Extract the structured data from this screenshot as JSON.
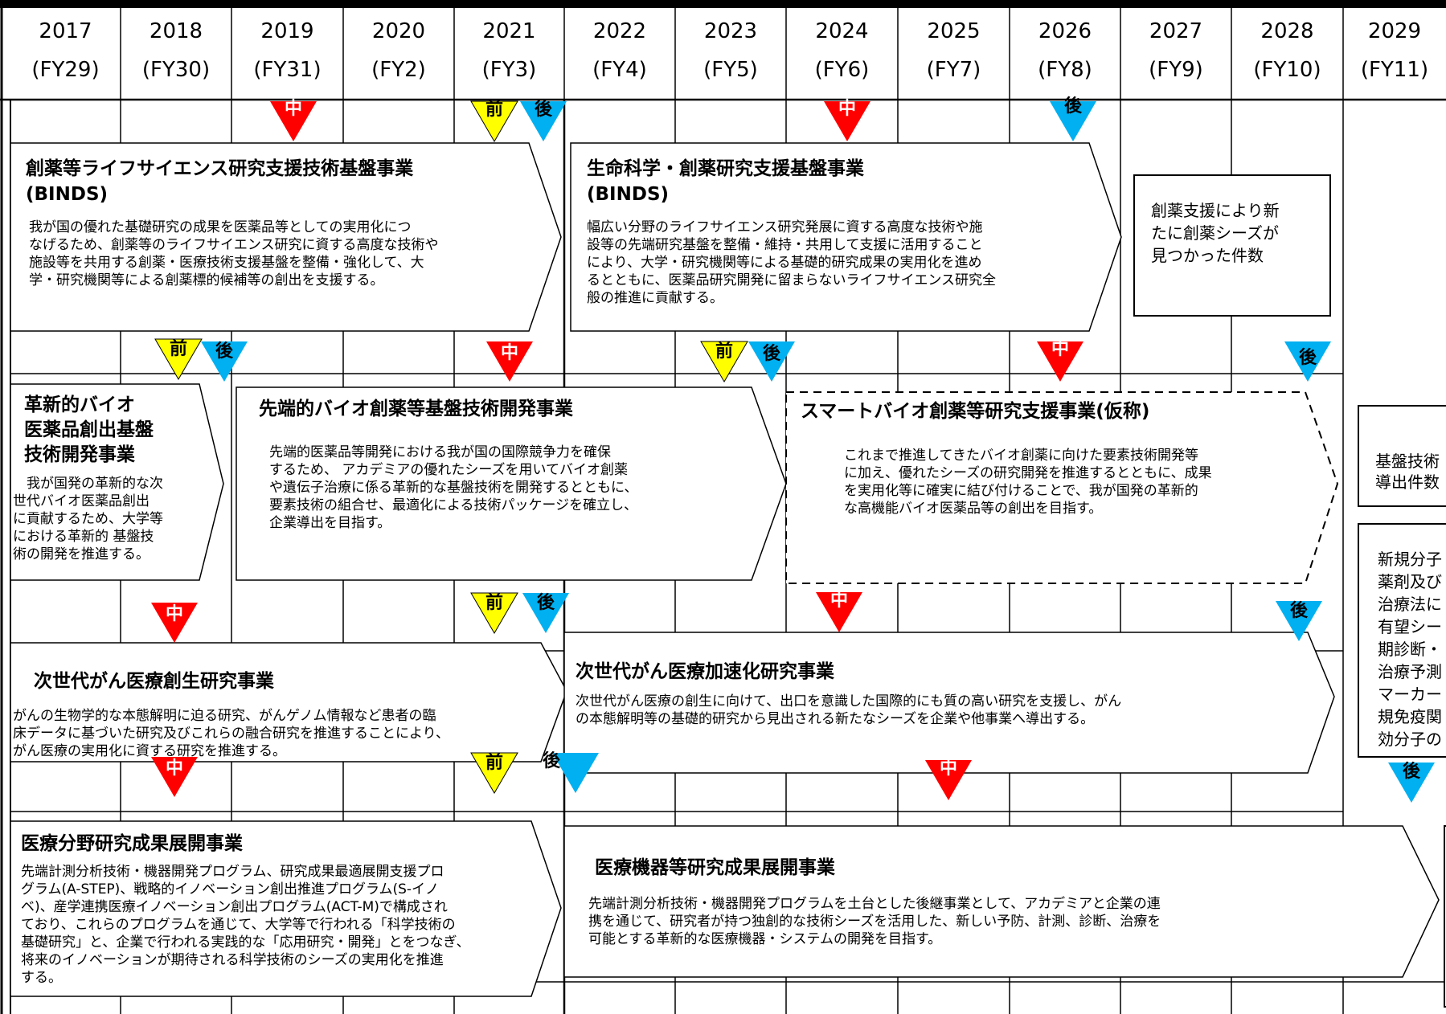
{
  "timeline": {
    "years": [
      {
        "year": "2017",
        "fy": "(FY29)"
      },
      {
        "year": "2018",
        "fy": "(FY30)"
      },
      {
        "year": "2019",
        "fy": "(FY31)"
      },
      {
        "year": "2020",
        "fy": "(FY2)"
      },
      {
        "year": "2021",
        "fy": "(FY3)"
      },
      {
        "year": "2022",
        "fy": "(FY4)"
      },
      {
        "year": "2023",
        "fy": "(FY5)"
      },
      {
        "year": "2024",
        "fy": "(FY6)"
      },
      {
        "year": "2025",
        "fy": "(FY7)"
      },
      {
        "year": "2026",
        "fy": "(FY8)"
      },
      {
        "year": "2027",
        "fy": "(FY9)"
      },
      {
        "year": "2028",
        "fy": "(FY10)"
      },
      {
        "year": "2029",
        "fy": "(FY11)"
      }
    ]
  },
  "markers": {
    "mid": "中",
    "pre": "前",
    "post": "後"
  },
  "colors": {
    "mid_marker": "#ff0000",
    "pre_marker": "#ffff00",
    "post_marker": "#00b0f0"
  },
  "projects": {
    "binds1": {
      "title_line1": "創薬等ライフサイエンス研究支援技術基盤事業",
      "title_line2": "(BINDS)",
      "desc": [
        "我が国の優れた基礎研究の成果を医薬品等としての実用化につ",
        "なげるため、創薬等のライフサイエンス研究に資する高度な技術や",
        "施設等を共用する創薬・医療技術支援基盤を整備・強化して、大",
        "学・研究機関等による創薬標的候補等の創出を支援する。"
      ]
    },
    "binds2": {
      "title_line1": "生命科学・創薬研究支援基盤事業",
      "title_line2": "(BINDS)",
      "desc": [
        "幅広い分野のライフサイエンス研究発展に資する高度な技術や施",
        "設等の先端研究基盤を整備・維持・共用して支援に活用すること",
        "により、大学・研究機関等による基礎的研究成果の実用化を進め",
        "るとともに、医薬品研究開発に留まらないライフサイエンス研究全",
        "般の推進に貢献する。"
      ]
    },
    "binds_outcome": [
      "創薬支援により新",
      "たに創薬シーズが",
      "見つかった件数"
    ],
    "bio1": {
      "title": [
        "革新的バイオ",
        "医薬品創出基盤",
        "技術開発事業"
      ],
      "desc": [
        "　我が国発の革新的な次",
        "世代バイオ医薬品創出",
        "に貢献するため、大学等",
        "における革新的 基盤技",
        "術の開発を推進する。"
      ]
    },
    "bio2": {
      "title": "先端的バイオ創薬等基盤技術開発事業",
      "desc": [
        "先端的医薬品等開発における我が国の国際競争力を確保",
        "するため、 アカデミアの優れたシーズを用いてバイオ創薬",
        "や遺伝子治療に係る革新的な基盤技術を開発するとともに、",
        "要素技術の組合せ、最適化による技術パッケージを確立し、",
        "企業導出を目指す。"
      ]
    },
    "bio3": {
      "title": "スマートバイオ創薬等研究支援事業(仮称)",
      "desc": [
        "これまで推進してきたバイオ創薬に向けた要素技術開発等",
        "に加え、優れたシーズの研究開発を推進するとともに、成果",
        "を実用化等に確実に結び付けることで、我が国発の革新的",
        "な高機能バイオ医薬品等の創出を目指す。"
      ]
    },
    "bio_outcome": [
      "基盤技術",
      "導出件数"
    ],
    "cancer1": {
      "title": "次世代がん医療創生研究事業",
      "desc": [
        "がんの生物学的な本態解明に迫る研究、がんゲノム情報など患者の臨",
        "床データに基づいた研究及びこれらの融合研究を推進することにより、",
        "がん医療の実用化に資する研究を推進する。"
      ]
    },
    "cancer2": {
      "title": "次世代がん医療加速化研究事業",
      "desc": [
        "次世代がん医療の創生に向けて、出口を意識した国際的にも質の高い研究を支援し、がん",
        "の本態解明等の基礎的研究から見出される新たなシーズを企業や他事業へ導出する。"
      ]
    },
    "cancer_outcome": [
      "新規分子",
      "薬剤及び",
      "治療法に",
      "有望シー",
      "期診断・",
      "治療予測",
      "マーカー",
      "規免疫関",
      "効分子の"
    ],
    "med1": {
      "title": "医療分野研究成果展開事業",
      "desc": [
        "先端計測分析技術・機器開発プログラム、研究成果最適展開支援プロ",
        "グラム(A-STEP)、戦略的イノベーション創出推進プログラム(S-イノ",
        "ベ)、産学連携医療イノベーション創出プログラム(ACT-M)で構成され",
        "ており、これらのプログラムを通じて、大学等で行われる「科学技術の",
        "基礎研究」と、企業で行われる実践的な「応用研究・開発」とをつなぎ、",
        "将来のイノベーションが期待される科学技術のシーズの実用化を推進",
        "する。"
      ]
    },
    "med2": {
      "title": "医療機器等研究成果展開事業",
      "desc": [
        "先端計測分析技術・機器開発プログラムを土台とした後継事業として、アカデミアと企業の連",
        "携を通じて、研究者が持つ独創的な技術シーズを活用した、新しい予防、計測、診断、治療を",
        "可能とする革新的な医療機器・システムの開発を目指す。"
      ]
    }
  }
}
